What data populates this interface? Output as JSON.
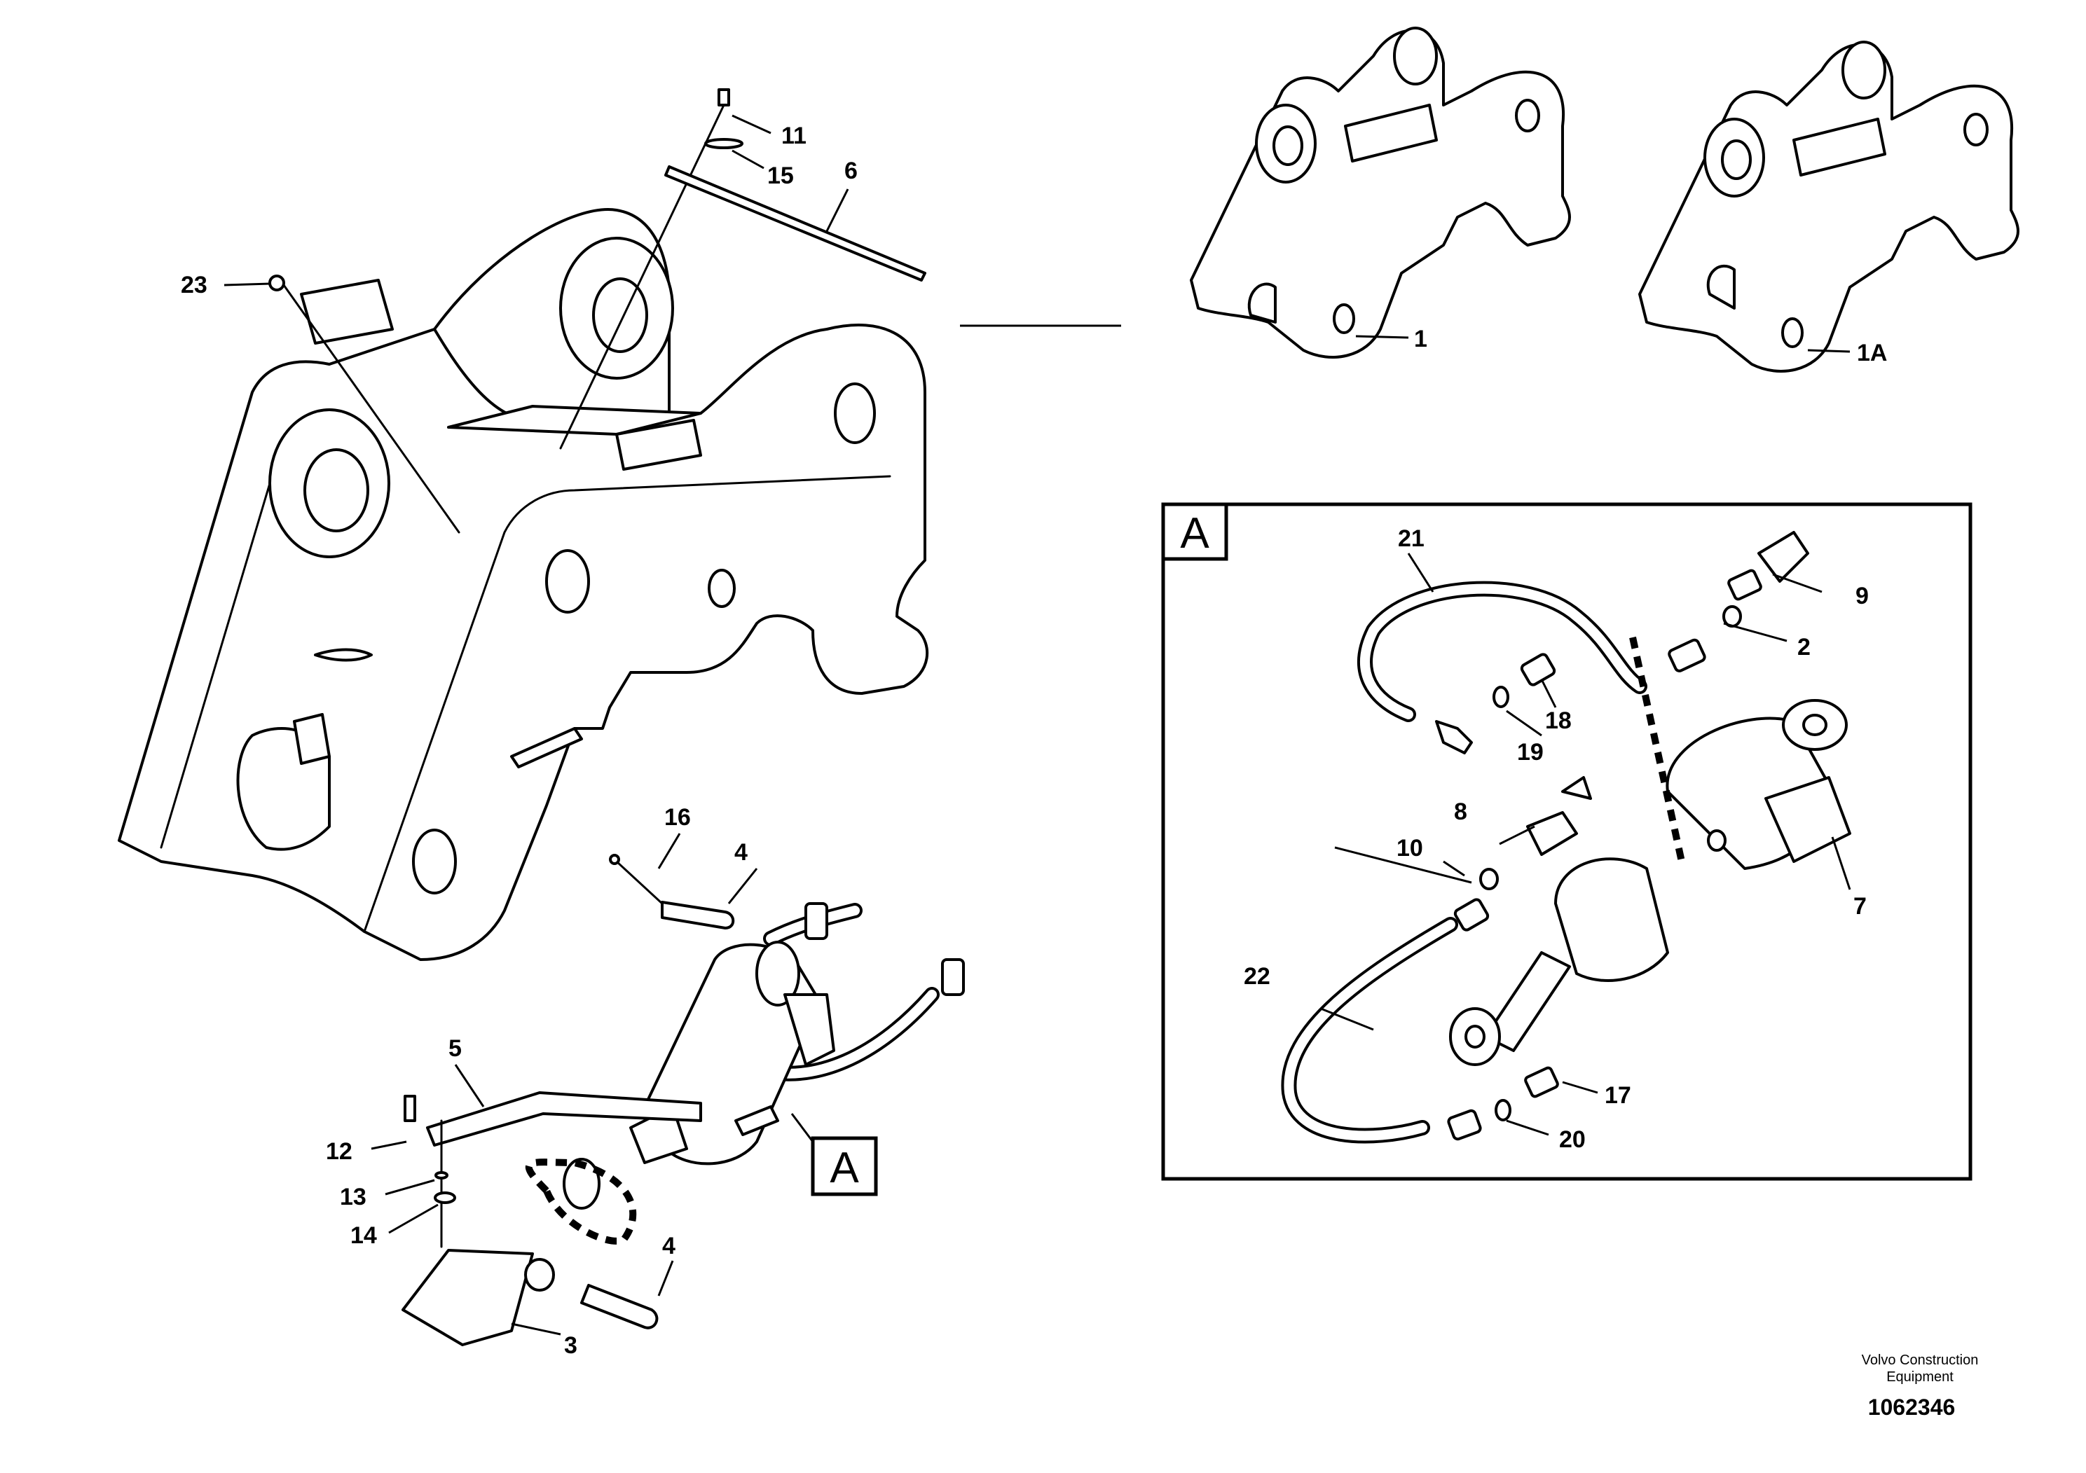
{
  "callouts": {
    "c1": "1",
    "c1a": "1A",
    "c2": "2",
    "c3": "3",
    "c4a": "4",
    "c4b": "4",
    "c5": "5",
    "c6": "6",
    "c7": "7",
    "c8": "8",
    "c9": "9",
    "c10": "10",
    "c11": "11",
    "c12": "12",
    "c13": "13",
    "c14": "14",
    "c15": "15",
    "c16": "16",
    "c17": "17",
    "c18": "18",
    "c19": "19",
    "c20": "20",
    "c21": "21",
    "c22": "22",
    "c23": "23"
  },
  "detail": {
    "marker": "A",
    "box_label": "A"
  },
  "credit": {
    "line1": "Volvo Construction",
    "line2": "Equipment"
  },
  "document_number": "1062346"
}
